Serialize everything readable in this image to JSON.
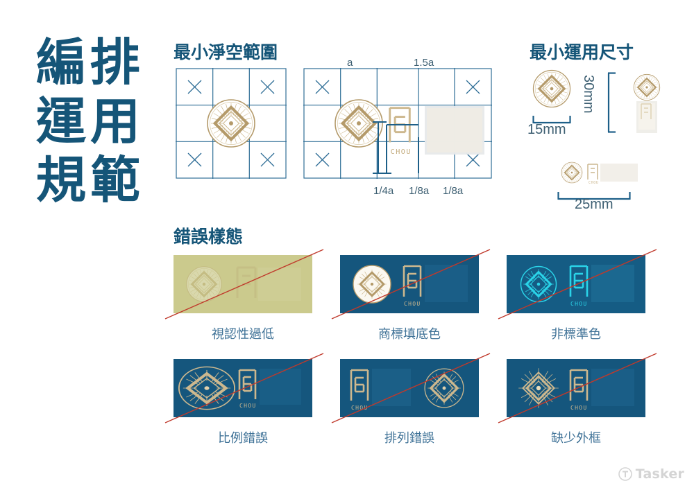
{
  "page": {
    "title_lines": [
      "編運規",
      "排用範"
    ],
    "background": "#ffffff",
    "colors": {
      "brand_blue": "#155578",
      "line_blue": "#2e6d96",
      "caption_blue": "#3f7297",
      "gold": "#b49a6a",
      "gold_light": "#cdb88e",
      "error_red": "#c0392b",
      "panel_navy": "#15567d",
      "low_contrast_olive": "#cbca8d",
      "nonstandard_cyan": "#2ad3e8"
    }
  },
  "sections": {
    "clear_space": {
      "heading": "最小淨空範圍",
      "diagram_simple": {
        "grid": "3x3",
        "corner_marks": [
          "x-mark",
          "x-mark",
          "x-mark",
          "x-mark"
        ],
        "edge_arcs": 4,
        "center": "chou-emblem"
      },
      "diagram_lockup": {
        "grid": "3x6",
        "corner_marks": [
          "x-mark",
          "x-mark",
          "x-mark",
          "x-mark"
        ],
        "center": "chou-emblem-with-wordmark",
        "top_labels": [
          {
            "text": "a",
            "name": "dim-a"
          },
          {
            "text": "1.5a",
            "name": "dim-1-5a"
          }
        ],
        "bottom_labels": [
          {
            "text": "1/4a",
            "name": "dim-quarter-a"
          },
          {
            "text": "1/8a",
            "name": "dim-eighth-a-1"
          },
          {
            "text": "1/8a",
            "name": "dim-eighth-a-2"
          }
        ]
      }
    },
    "min_size": {
      "heading": "最小運用尺寸",
      "items": [
        {
          "name": "emblem-only",
          "label": "15mm",
          "orientation": "horizontal"
        },
        {
          "name": "vertical-lockup",
          "label": "30mm",
          "orientation": "vertical"
        },
        {
          "name": "horizontal-lockup",
          "label": "25mm",
          "orientation": "horizontal"
        }
      ]
    },
    "errors": {
      "heading": "錯誤樣態",
      "items": [
        {
          "caption": "視認性過低",
          "name": "error-low-visibility",
          "bg": "#cbca8d",
          "logo_style": "low-contrast",
          "logo_side": "left",
          "frame": true
        },
        {
          "caption": "商標填底色",
          "name": "error-filled-background",
          "bg": "#15567d",
          "logo_style": "filled-white-disc",
          "logo_side": "left",
          "frame": true
        },
        {
          "caption": "非標準色",
          "name": "error-nonstandard-color",
          "bg": "#155c84",
          "logo_style": "cyan",
          "logo_side": "left",
          "frame": true
        },
        {
          "caption": "比例錯誤",
          "name": "error-wrong-proportion",
          "bg": "#15567d",
          "logo_style": "gold-oversize",
          "logo_side": "left",
          "frame": true
        },
        {
          "caption": "排列錯誤",
          "name": "error-wrong-arrangement",
          "bg": "#15567d",
          "logo_style": "gold",
          "logo_side": "right",
          "frame": true
        },
        {
          "caption": "缺少外框",
          "name": "error-missing-frame",
          "bg": "#15567d",
          "logo_style": "gold-no-circle",
          "logo_side": "left",
          "frame": false
        }
      ]
    }
  },
  "wordmark": {
    "glyph": "周",
    "romanization": "CHOU"
  },
  "watermark": {
    "text": "Tasker",
    "icon": "tasker-logo-icon"
  }
}
